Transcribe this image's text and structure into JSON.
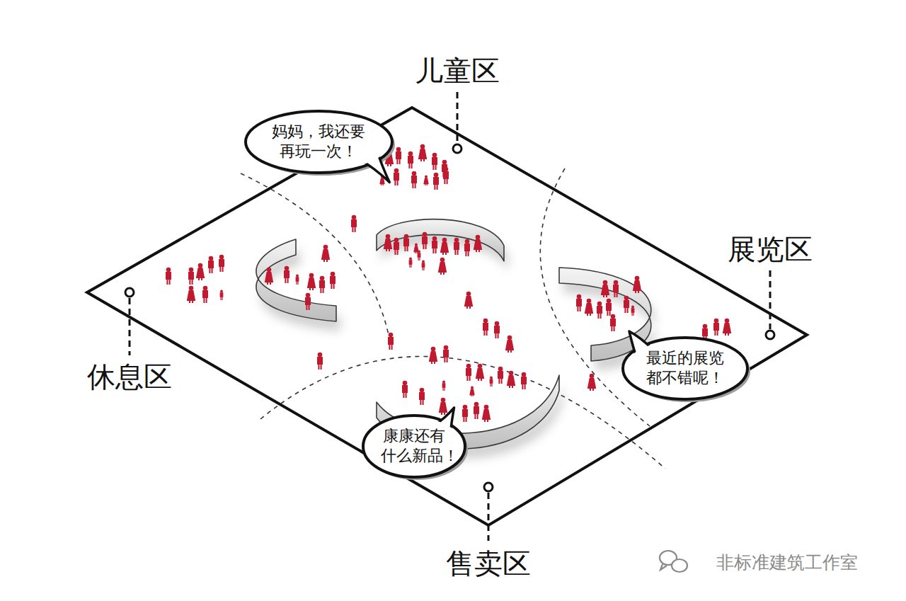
{
  "diagram": {
    "nodes": [
      {
        "text": [
          "妈妈，我还要 再玩一次！"
        ]
      },
      {
        "text": [
          "最近的展览 都不错呢！"
        ]
      },
      {
        "text": [
          "康康还有 什么新品！"
        ]
      }
    ],
    "labels": [
      "儿童区",
      "展览区",
      "休息区",
      "售卖区",
      "非标准建筑工作室"
    ]
  }
}
